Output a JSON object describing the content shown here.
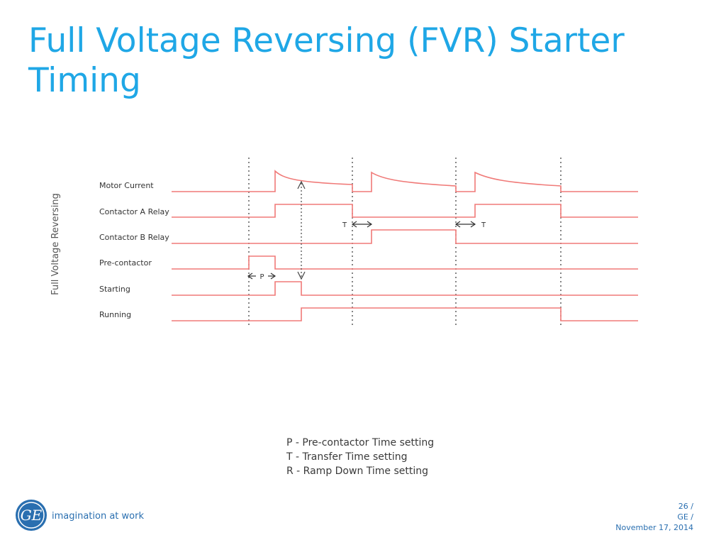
{
  "slide": {
    "title_line1": "Full Voltage Reversing (FVR) Starter",
    "title_line2": "Timing"
  },
  "diagram": {
    "vertical_label": "Full Voltage Reversing",
    "signals": [
      "Motor Current",
      "Contactor A Relay",
      "Contactor B Relay",
      "Pre-contactor",
      "Starting",
      "Running"
    ],
    "interval_labels": {
      "pre_contactor": "P",
      "transfer_left": "T",
      "transfer_right": "T"
    },
    "line_color": "#f07a78"
  },
  "legend": [
    "P - Pre-contactor Time setting",
    "T - Transfer Time setting",
    "R - Ramp Down Time setting"
  ],
  "footer": {
    "logo_text": "GE",
    "tagline": "imagination at work",
    "page": "26 /",
    "company": "GE /",
    "date": "November 17, 2014"
  }
}
